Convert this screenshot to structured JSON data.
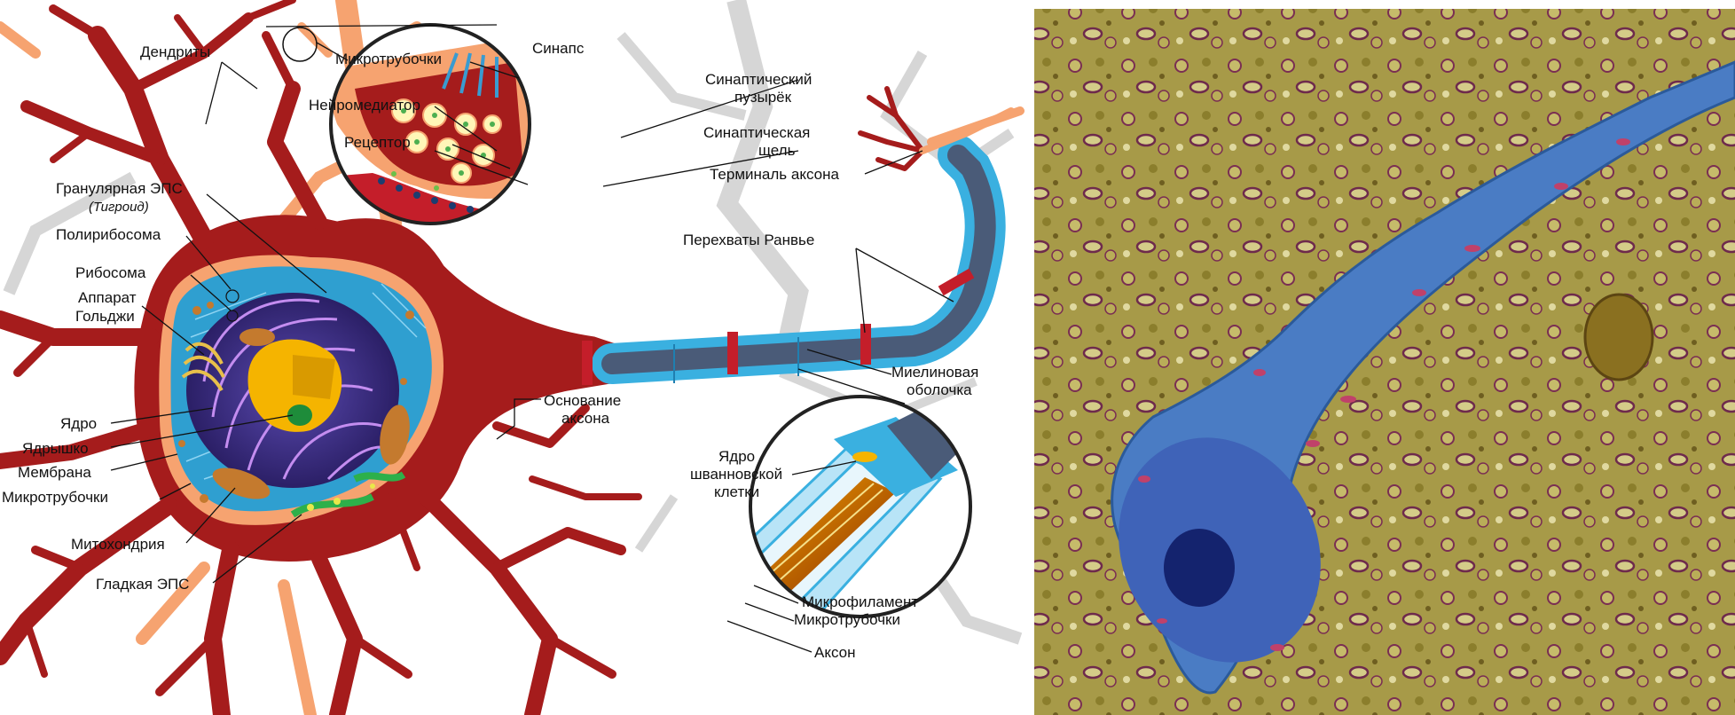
{
  "diagram": {
    "labels": {
      "dendrites": "Дендриты",
      "synapse": "Синапс",
      "microtubules_top": "Микротрубочки",
      "neurotransmitter": "Нейромедиатор",
      "receptor": "Рецептор",
      "synaptic_vesicle_1": "Синаптический",
      "synaptic_vesicle_2": "пузырёк",
      "synaptic_cleft_1": "Синаптическая",
      "synaptic_cleft_2": "щель",
      "axon_terminal": "Терминаль аксона",
      "rough_er": "Гранулярная ЭПС",
      "tigroid": "(Тигроид)",
      "polyribosome": "Полирибосома",
      "ribosome": "Рибосома",
      "golgi_1": "Аппарат",
      "golgi_2": "Гольджи",
      "nucleus": "Ядро",
      "nucleolus": "Ядрышко",
      "membrane": "Мембрана",
      "microtubules_left": "Микротрубочки",
      "mitochondrion": "Митохондрия",
      "smooth_er": "Гладкая ЭПС",
      "nodes_of_ranvier": "Перехваты Ранвье",
      "myelin_1": "Миелиновая",
      "myelin_2": "оболочка",
      "axon_hillock_1": "Основание",
      "axon_hillock_2": "аксона",
      "schwann_1": "Ядро",
      "schwann_2": "шванновской",
      "schwann_3": "клетки",
      "microfilament": "Микрофиламент",
      "microtubules_axon": "Микротрубочки",
      "axon": "Аксон"
    },
    "colors": {
      "neuron_body": "#a51c1c",
      "dendrite_light": "#f6a370",
      "cytoplasm": "#2f9fd0",
      "nucleus": "#3a2a7a",
      "nucleolus_core": "#f5b400",
      "myelin": "#3ab0e0",
      "axon_core": "#4a5b78",
      "micrograph_bg": "#9c8b3a",
      "micrograph_cell": "#4a7cc4"
    }
  }
}
